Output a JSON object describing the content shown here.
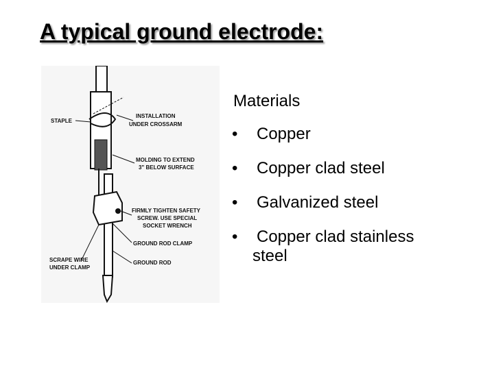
{
  "slide": {
    "title": "A typical ground electrode:"
  },
  "figure": {
    "labels": {
      "staple": "STAPLE",
      "installation_1": "INSTALLATION",
      "installation_2": "UNDER CROSSARM",
      "molding_1": "MOLDING TO EXTEND",
      "molding_2": "3\" BELOW SURFACE",
      "tighten_1": "FIRMLY TIGHTEN SAFETY",
      "tighten_2": "SCREW.  USE SPECIAL",
      "tighten_3": "SOCKET WRENCH",
      "clamp": "GROUND ROD CLAMP",
      "scrape_1": "SCRAPE WIRE",
      "scrape_2": "UNDER CLAMP",
      "rod": "GROUND ROD"
    }
  },
  "materials": {
    "heading": "Materials",
    "bullet_symbol": "•",
    "items": [
      "Copper",
      "Copper clad steel",
      "Galvanized steel",
      "Copper clad stainless"
    ],
    "last_item_continuation": "steel"
  }
}
